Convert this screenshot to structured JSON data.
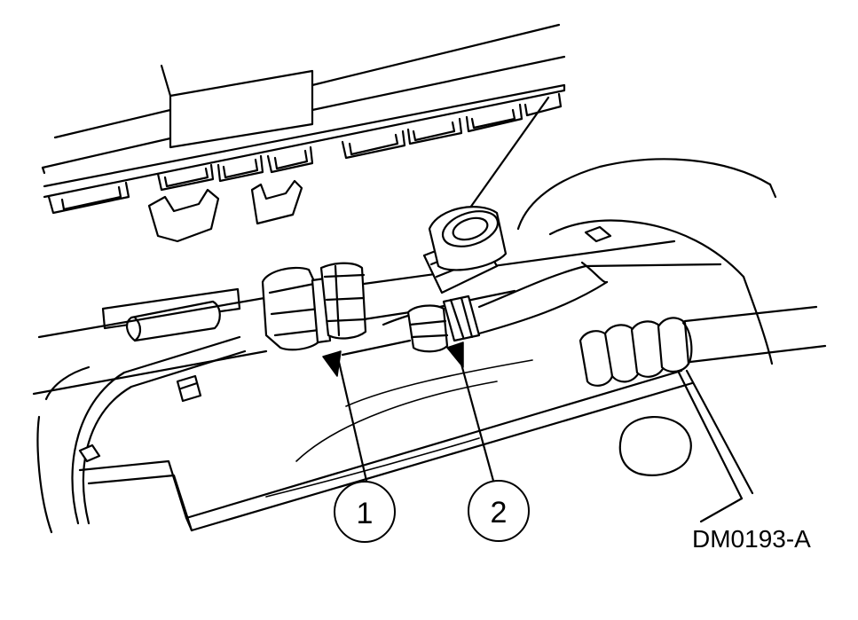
{
  "figure_id": "DM0193-A",
  "callouts": [
    {
      "number": "1"
    },
    {
      "number": "2"
    }
  ],
  "colors": {
    "line": "#000000",
    "background": "#ffffff"
  }
}
